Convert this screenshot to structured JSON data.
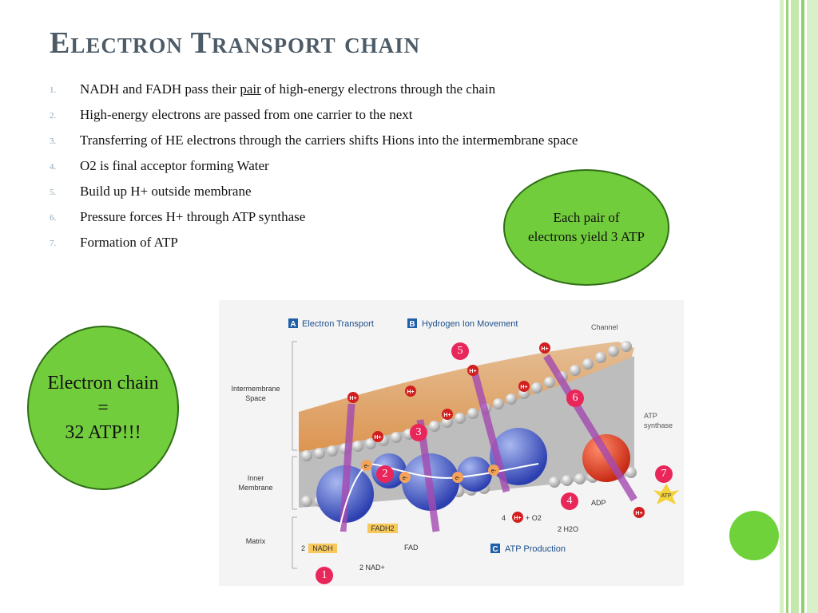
{
  "slide": {
    "title": "Electron Transport chain"
  },
  "bullets": [
    {
      "number": "1.",
      "before": "NADH and FADH pass their ",
      "underlined": "pair",
      "after": " of high-energy electrons through the chain"
    },
    {
      "number": "2.",
      "text": "High-energy electrons are passed from one carrier to the next"
    },
    {
      "number": "3.",
      "text": "Transferring of HE electrons through the carriers shifts Hions  into the intermembrane space"
    },
    {
      "number": "4.",
      "text": "O2 is final acceptor forming Water"
    },
    {
      "number": "5.",
      "text": "Build up H+ outside membrane"
    },
    {
      "number": "6.",
      "text": "Pressure forces H+ through ATP synthase"
    },
    {
      "number": "7.",
      "text": "Formation of ATP"
    }
  ],
  "callouts": {
    "pair_yield": "Each pair of electrons yield 3 ATP",
    "electron_chain_line1": "Electron chain",
    "electron_chain_line2": "=",
    "electron_chain_line3": "32 ATP!!!"
  },
  "diagram": {
    "label_a_letter": "A",
    "label_a": "Electron Transport",
    "label_b_letter": "B",
    "label_b": "Hydrogen Ion Movement",
    "label_c_letter": "C",
    "label_c": "ATP Production",
    "channel": "Channel",
    "intermembrane_space_1": "Intermembrane",
    "intermembrane_space_2": "Space",
    "inner_membrane_1": "Inner",
    "inner_membrane_2": "Membrane",
    "matrix": "Matrix",
    "atp_synthase_1": "ATP",
    "atp_synthase_2": "synthase",
    "hplus": "H+",
    "electron": "e-",
    "nadh_count": "2",
    "nadh": "NADH",
    "nad_plus": "2 NAD+",
    "fadh2": "FADH2",
    "fad": "FAD",
    "h_count": "4",
    "o2": "+ O2",
    "water": "2 H2O",
    "adp": "ADP",
    "atp": "ATP",
    "badges": [
      "1",
      "2",
      "3",
      "4",
      "5",
      "6",
      "7"
    ]
  },
  "colors": {
    "title": "#4d5b67",
    "callout_fill": "#72cd3c",
    "badge": "#e8265a",
    "stripe_green": "#8ed06a"
  }
}
